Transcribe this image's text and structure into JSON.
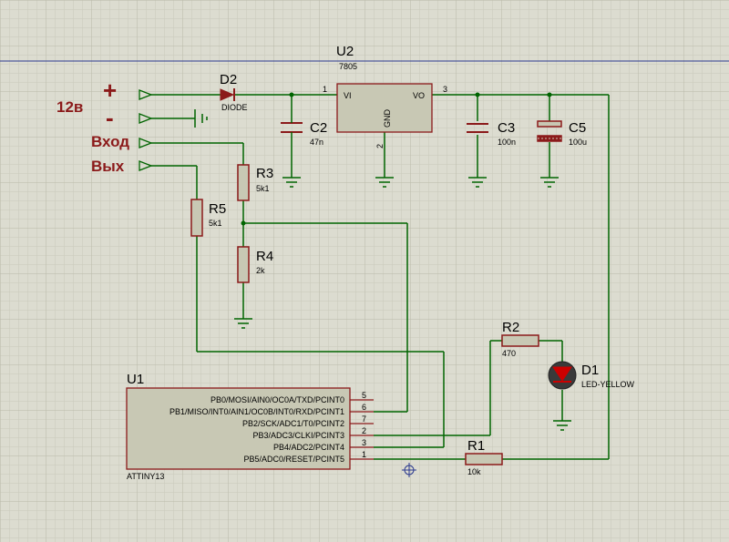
{
  "colors": {
    "background": "#dcdcd0",
    "grid": "#c8c8b8",
    "wire": "#006400",
    "component": "#8b1a1a",
    "body": "#c8c8b4",
    "power_label": "#8b1a1a",
    "led": "#cc0000"
  },
  "labels": {
    "supply": "12в",
    "plus": "+",
    "minus": "-",
    "input": "Вход",
    "output": "Вых"
  },
  "components": {
    "u2": {
      "ref": "U2",
      "value": "7805",
      "pin_vi": "VI",
      "pin_vo": "VO",
      "pin_gnd": "GND",
      "pin1": "1",
      "pin2": "2",
      "pin3": "3"
    },
    "d2": {
      "ref": "D2",
      "value": "DIODE"
    },
    "c2": {
      "ref": "C2",
      "value": "47n"
    },
    "c3": {
      "ref": "C3",
      "value": "100n"
    },
    "c5": {
      "ref": "C5",
      "value": "100u"
    },
    "r3": {
      "ref": "R3",
      "value": "5k1"
    },
    "r4": {
      "ref": "R4",
      "value": "2k"
    },
    "r5": {
      "ref": "R5",
      "value": "5k1"
    },
    "r2": {
      "ref": "R2",
      "value": "470"
    },
    "r1": {
      "ref": "R1",
      "value": "10k"
    },
    "d1": {
      "ref": "D1",
      "value": "LED-YELLOW"
    },
    "u1": {
      "ref": "U1",
      "value": "ATTINY13",
      "pins": [
        {
          "name": "PB0/MOSI/AIN0/OC0A/TXD/PCINT0",
          "number": "5"
        },
        {
          "name": "PB1/MISO/INT0/AIN1/OC0B/INT0/RXD/PCINT1",
          "number": "6"
        },
        {
          "name": "PB2/SCK/ADC1/T0/PCINT2",
          "number": "7"
        },
        {
          "name": "PB3/ADC3/CLKI/PCINT3",
          "number": "2"
        },
        {
          "name": "PB4/ADC2/PCINT4",
          "number": "3"
        },
        {
          "name": "PB5/ADC0/RESET/PCINT5",
          "number": "1"
        }
      ]
    }
  }
}
